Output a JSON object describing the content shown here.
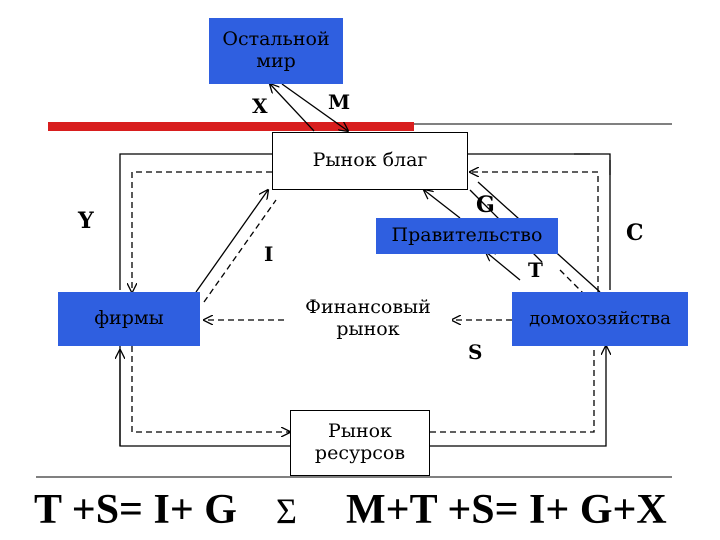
{
  "nodes": {
    "rest_of_world": "Остальной мир",
    "goods_market": "Рынок благ",
    "government": "Правительство",
    "firms": "фирмы",
    "financial_market": "Финансовый рынок",
    "households": "домохозяйства",
    "resource_market": "Рынок ресурсов"
  },
  "flow_labels": {
    "x": "X",
    "m": "M",
    "y": "Y",
    "i": "I",
    "g": "G",
    "c": "C",
    "t": "T",
    "s": "S"
  },
  "formula": {
    "left": "T +S= I+ G",
    "symbol": "Σ",
    "right": "M+T +S= I+ G+X"
  },
  "colors": {
    "world_box": "#2f5fe0",
    "firms_box": "#2f5fe0",
    "government_box": "#2f5fe0",
    "households_box": "#2f5fe0",
    "red_bar": "#d81e1e"
  }
}
